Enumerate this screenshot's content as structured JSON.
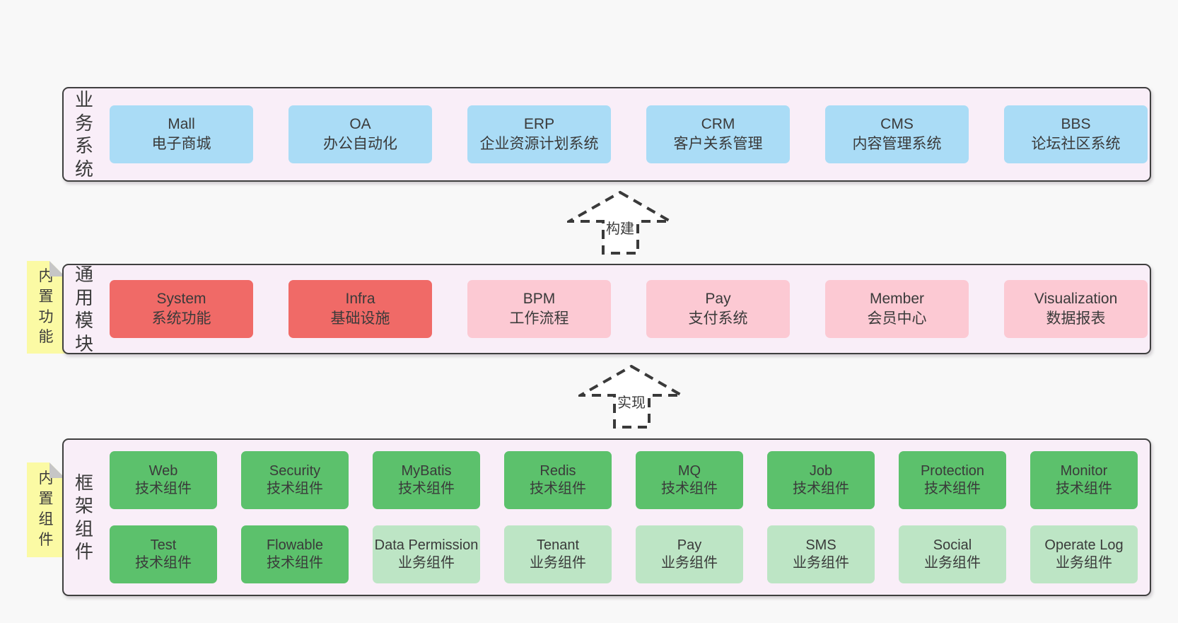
{
  "colors": {
    "page_bg": "#f8f8f8",
    "panel_bg": "#f9eef8",
    "panel_border": "#3f3f3f",
    "blue_box": "#aadcf6",
    "red_box": "#f06a67",
    "pink_box": "#fcc9d3",
    "green_box": "#5cc16c",
    "light_green_box": "#bde5c5",
    "sticky_yellow": "#fbfaa4",
    "fold_gray": "#c6c6c6",
    "text": "#3a3a3a"
  },
  "sections": [
    {
      "label": "业务系统",
      "items": [
        {
          "name": "Mall",
          "desc": "电子商城"
        },
        {
          "name": "OA",
          "desc": "办公自动化"
        },
        {
          "name": "ERP",
          "desc": "企业资源计划系统"
        },
        {
          "name": "CRM",
          "desc": "客户关系管理"
        },
        {
          "name": "CMS",
          "desc": "内容管理系统"
        },
        {
          "name": "BBS",
          "desc": "论坛社区系统"
        }
      ]
    },
    {
      "label": "通用模块",
      "tab": "内置功能",
      "items": [
        {
          "name": "System",
          "desc": "系统功能"
        },
        {
          "name": "Infra",
          "desc": "基础设施"
        },
        {
          "name": "BPM",
          "desc": "工作流程"
        },
        {
          "name": "Pay",
          "desc": "支付系统"
        },
        {
          "name": "Member",
          "desc": "会员中心"
        },
        {
          "name": "Visualization",
          "desc": "数据报表"
        }
      ]
    },
    {
      "label": "框架组件",
      "tab": "内置组件",
      "row1": [
        {
          "name": "Web",
          "desc": "技术组件"
        },
        {
          "name": "Security",
          "desc": "技术组件"
        },
        {
          "name": "MyBatis",
          "desc": "技术组件"
        },
        {
          "name": "Redis",
          "desc": "技术组件"
        },
        {
          "name": "MQ",
          "desc": "技术组件"
        },
        {
          "name": "Job",
          "desc": "技术组件"
        },
        {
          "name": "Protection",
          "desc": "技术组件"
        },
        {
          "name": "Monitor",
          "desc": "技术组件"
        }
      ],
      "row2": [
        {
          "name": "Test",
          "desc": "技术组件"
        },
        {
          "name": "Flowable",
          "desc": "技术组件"
        },
        {
          "name": "Data Permission",
          "desc": "业务组件"
        },
        {
          "name": "Tenant",
          "desc": "业务组件"
        },
        {
          "name": "Pay",
          "desc": "业务组件"
        },
        {
          "name": "SMS",
          "desc": "业务组件"
        },
        {
          "name": "Social",
          "desc": "业务组件"
        },
        {
          "name": "Operate Log",
          "desc": "业务组件"
        }
      ]
    }
  ],
  "arrows": [
    {
      "label": "构建"
    },
    {
      "label": "实现"
    }
  ]
}
